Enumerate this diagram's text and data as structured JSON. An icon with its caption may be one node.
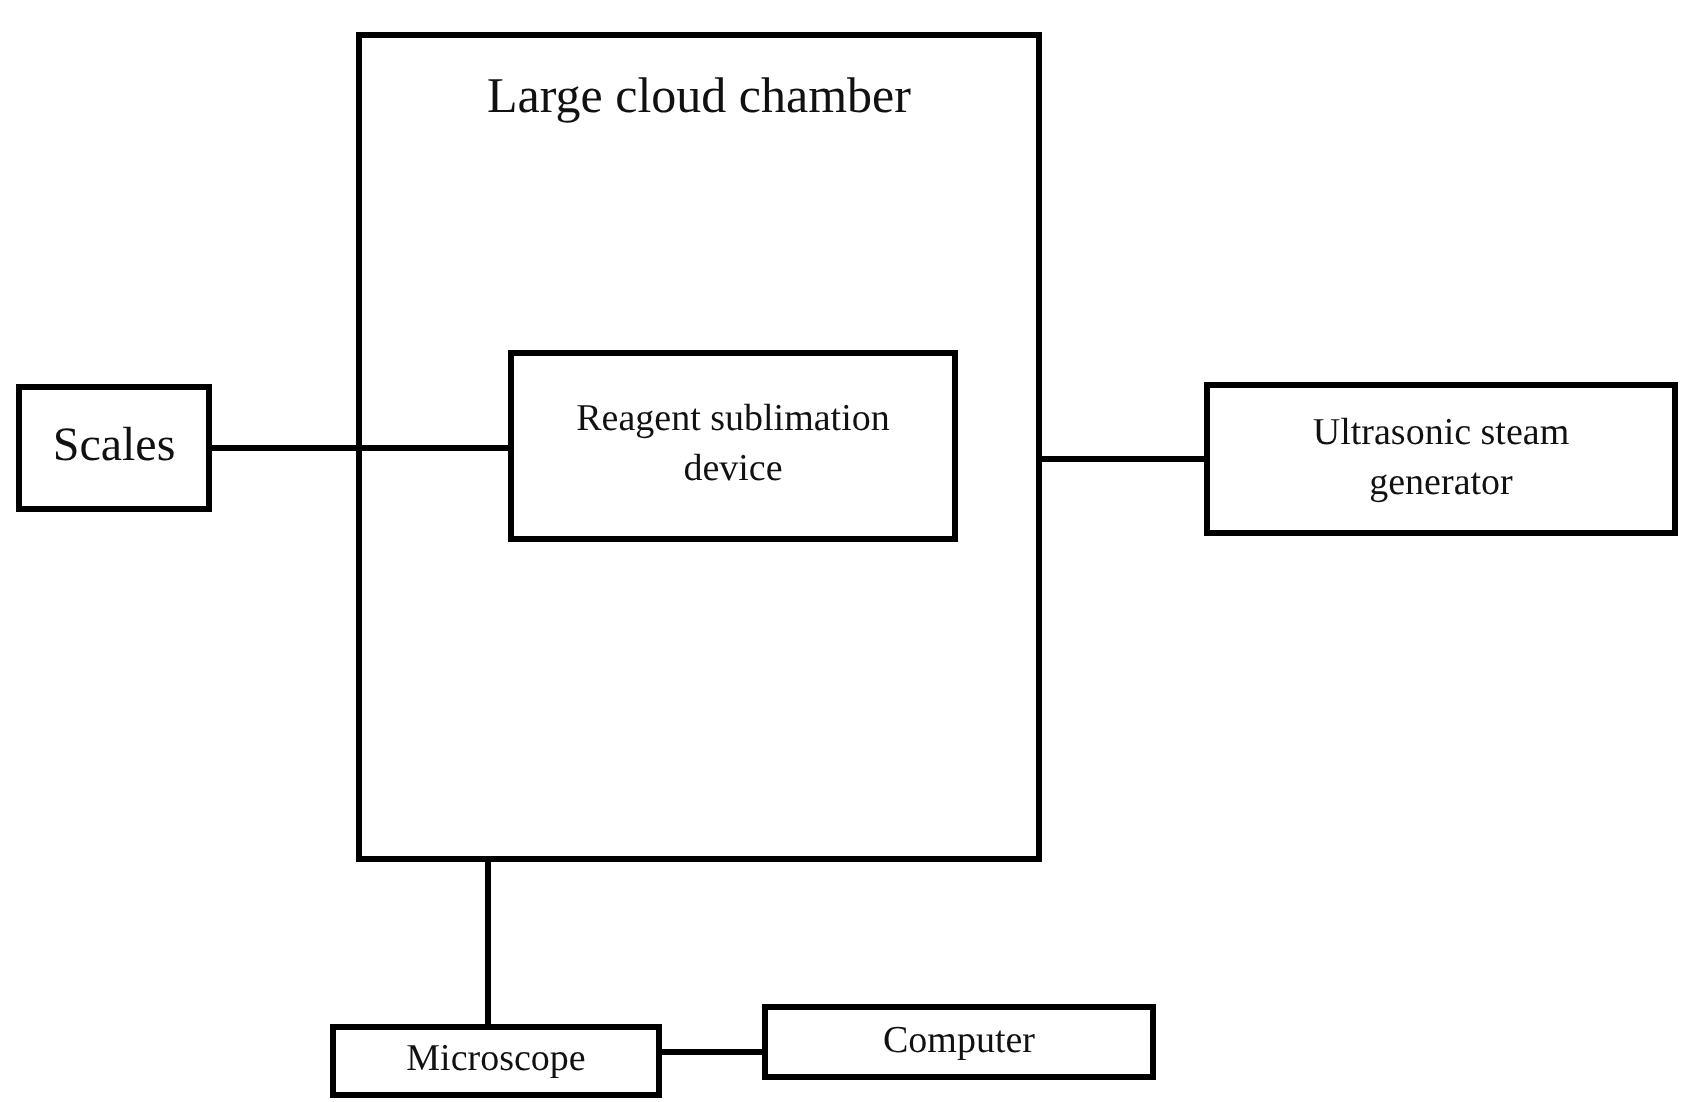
{
  "diagram": {
    "nodes": [
      {
        "text": [
          "Large cloud chamber"
        ]
      },
      {
        "text": [
          "Reagent sublimation device"
        ],
        "in": 0
      },
      {
        "text": [
          "Scales"
        ]
      },
      {
        "text": [
          "Ultrasonic steam generator"
        ]
      },
      {
        "text": [
          "Microscope"
        ]
      },
      {
        "text": [
          "Computer"
        ]
      }
    ],
    "edges": [
      {
        "from": 2,
        "to": 1,
        "arrow": "none"
      },
      {
        "from": 0,
        "to": 3,
        "arrow": "none"
      },
      {
        "from": 0,
        "to": 4,
        "arrow": "none"
      },
      {
        "from": 4,
        "to": 5,
        "arrow": "none"
      }
    ]
  }
}
